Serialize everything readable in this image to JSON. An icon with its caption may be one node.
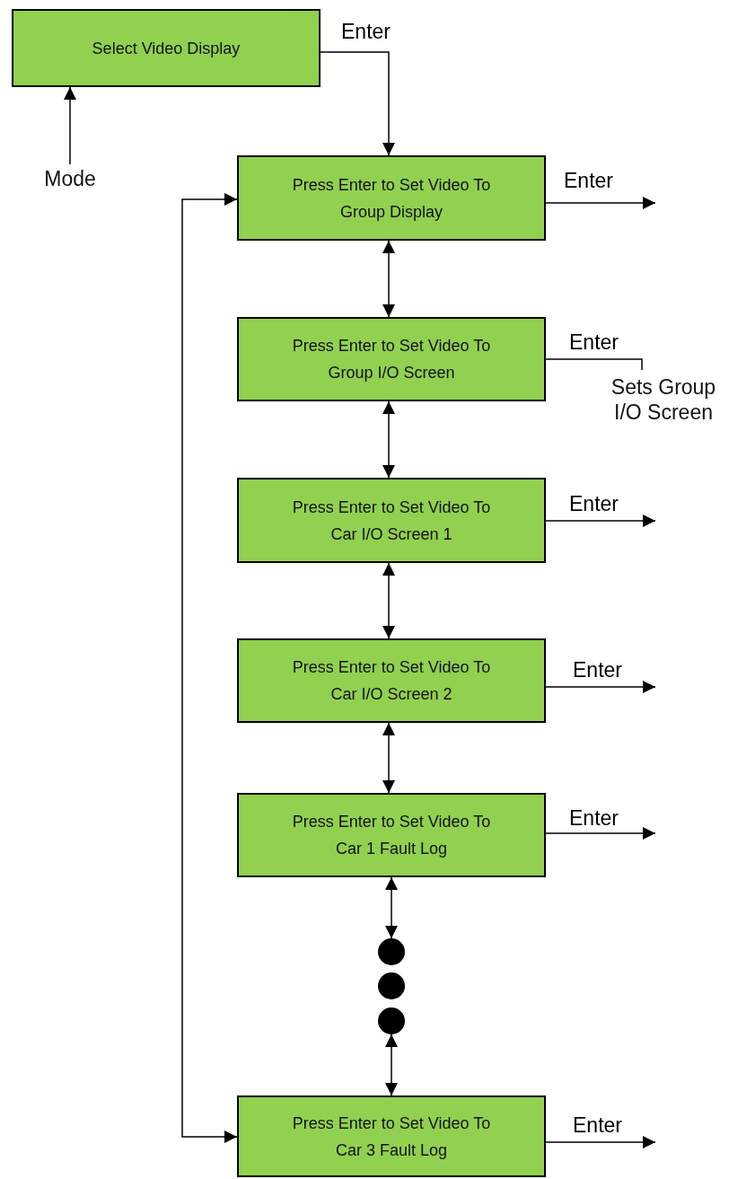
{
  "diagram": {
    "nodes": [
      {
        "text": [
          "Select Video Display"
        ]
      },
      {
        "text": [
          "Mode"
        ]
      },
      {
        "text": [
          "Press Enter to Set Video To Group Display"
        ]
      },
      {
        "text": [
          "Press Enter to Set Video To Group I/O Screen"
        ]
      },
      {
        "text": [
          "Press Enter to Set Video To Car I/O Screen 1"
        ]
      },
      {
        "text": [
          "Press Enter to Set Video To Car I/O Screen 2"
        ]
      },
      {
        "text": [
          "Press Enter to Set Video To Car 1 Fault Log"
        ]
      },
      {
        "text": [],
        "shape": "circle"
      },
      {
        "text": [],
        "shape": "circle"
      },
      {
        "text": [],
        "shape": "circle"
      },
      {
        "text": [
          "Press Enter to Set Video To Car 3 Fault Log"
        ]
      },
      {
        "text": [
          "Sets Group I/O Screen"
        ]
      }
    ],
    "edges": [
      {
        "from": 1,
        "to": 0,
        "arrow": "to"
      },
      {
        "from": 0,
        "to": 2,
        "arrow": "to",
        "label": "Enter"
      },
      {
        "from": 2,
        "to": null,
        "arrow": "to",
        "label": "Enter"
      },
      {
        "from": 2,
        "to": 3,
        "arrow": "both"
      },
      {
        "from": 3,
        "to": 11,
        "arrow": "none",
        "label": "Enter"
      },
      {
        "from": 3,
        "to": 4,
        "arrow": "both"
      },
      {
        "from": 4,
        "to": null,
        "arrow": "to",
        "label": "Enter"
      },
      {
        "from": 4,
        "to": 5,
        "arrow": "both"
      },
      {
        "from": 5,
        "to": null,
        "arrow": "to",
        "label": "Enter"
      },
      {
        "from": 5,
        "to": 6,
        "arrow": "both"
      },
      {
        "from": 6,
        "to": null,
        "arrow": "to",
        "label": "Enter"
      },
      {
        "from": 6,
        "to": 7,
        "arrow": "both"
      },
      {
        "from": 9,
        "to": 10,
        "arrow": "both"
      },
      {
        "from": 10,
        "to": null,
        "arrow": "to",
        "label": "Enter"
      },
      {
        "from": 10,
        "to": 2,
        "arrow": "both"
      }
    ]
  }
}
